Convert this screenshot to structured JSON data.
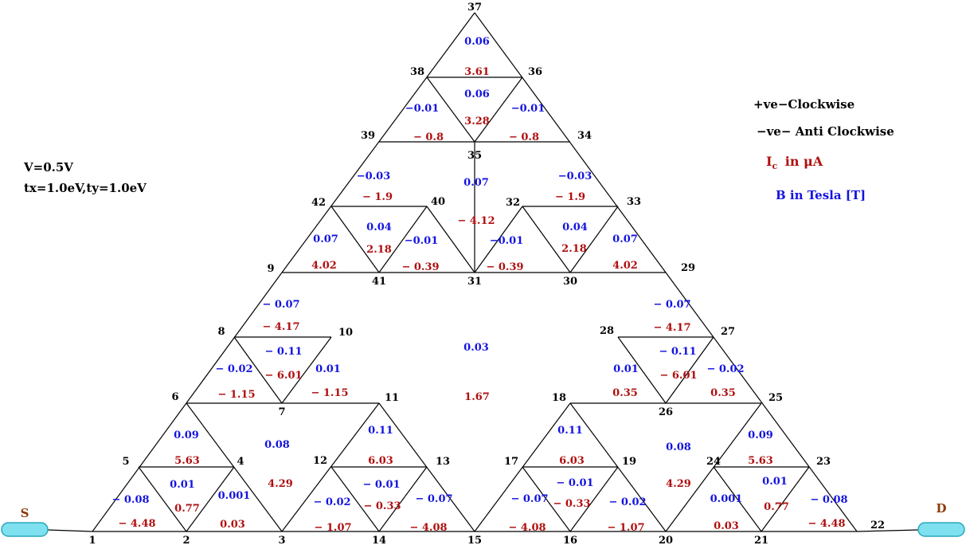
{
  "colors": {
    "line": "#000000",
    "node": "#000000",
    "field": "#1414e0",
    "current": "#b01010",
    "lead_fill": "#7fe0ef",
    "lead_stroke": "#2aa8bd",
    "lead_label": "#8b3a0a"
  },
  "leads": {
    "source": "S",
    "drain": "D"
  },
  "params": {
    "voltage": "V=0.5V",
    "hopping": "tx=1.0eV,ty=1.0eV"
  },
  "legend": {
    "clockwise": "+ve−Clockwise",
    "anticlockwise": "−ve− Anti Clockwise",
    "current_symbol": "I",
    "current_subscript": "c",
    "current_unit": "in  μA",
    "field_unit": "B in Tesla [T]"
  },
  "nodes": [
    "1",
    "2",
    "3",
    "4",
    "5",
    "6",
    "7",
    "8",
    "9",
    "10",
    "11",
    "12",
    "13",
    "14",
    "15",
    "16",
    "17",
    "18",
    "19",
    "20",
    "21",
    "22",
    "23",
    "24",
    "25",
    "26",
    "27",
    "28",
    "29",
    "30",
    "31",
    "32",
    "33",
    "34",
    "35",
    "36",
    "37",
    "38",
    "39",
    "40",
    "41",
    "42"
  ],
  "field_values": [
    "0.06",
    "0.06",
    "−0.01",
    "−0.01",
    "−0.03",
    "−0.03",
    "0.07",
    "0.04",
    "0.04",
    "−0.01",
    "−0.01",
    "0.07",
    "0.07",
    "0.03",
    "− 0.07",
    "− 0.07",
    "− 0.11",
    "− 0.11",
    "− 0.02",
    "0.01",
    "0.01",
    "− 0.02",
    "0.09",
    "0.09",
    "0.11",
    "0.11",
    "0.08",
    "0.08",
    "0.01",
    "0.01",
    "− 0.08",
    "− 0.08",
    "0.001",
    "0.001",
    "− 0.02",
    "− 0.02",
    "− 0.01",
    "− 0.01",
    "− 0.07",
    "− 0.07"
  ],
  "current_values": [
    "3.61",
    "3.28",
    "− 0.8",
    "− 0.8",
    "− 1.9",
    "− 1.9",
    "− 4.12",
    "2.18",
    "2.18",
    "− 0.39",
    "− 0.39",
    "4.02",
    "4.02",
    "1.67",
    "− 4.17",
    "− 4.17",
    "− 6.01",
    "− 6.01",
    "− 1.15",
    "− 1.15",
    "0.35",
    "0.35",
    "5.63",
    "5.63",
    "6.03",
    "6.03",
    "4.29",
    "4.29",
    "0.77",
    "0.77",
    "− 4.48",
    "− 4.48",
    "0.03",
    "0.03",
    "− 1.07",
    "− 1.07",
    "− 0.33",
    "− 0.33",
    "− 4.08",
    "− 4.08"
  ]
}
